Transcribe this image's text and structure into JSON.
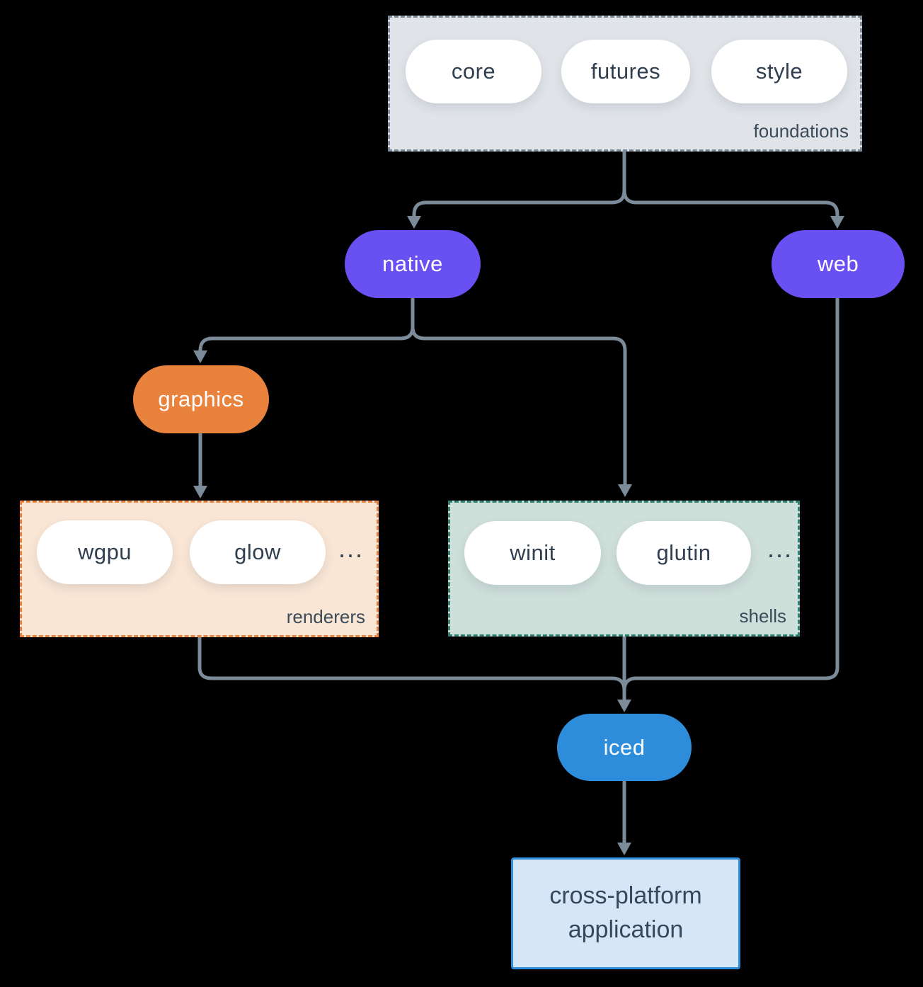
{
  "diagram": {
    "foundations": {
      "label": "foundations",
      "items": [
        "core",
        "futures",
        "style"
      ]
    },
    "native": "native",
    "web": "web",
    "graphics": "graphics",
    "renderers": {
      "label": "renderers",
      "items": [
        "wgpu",
        "glow"
      ],
      "ellipsis": "..."
    },
    "shells": {
      "label": "shells",
      "items": [
        "winit",
        "glutin"
      ],
      "ellipsis": "..."
    },
    "iced": "iced",
    "application": {
      "line1": "cross-platform",
      "line2": "application"
    }
  },
  "colors": {
    "background": "#000000",
    "connector": "#7c8b9a",
    "foundations_fill": "#e0e4e8",
    "foundations_border": "#7d8c9b",
    "node_text_dark": "#2f3f50",
    "purple": "#6950f2",
    "orange": "#e8823c",
    "renderers_fill": "#fae6d5",
    "shells_fill": "#cfdfda",
    "shells_border": "#2f8273",
    "blue": "#2d8ddb",
    "application_fill": "#d6e6f7"
  }
}
